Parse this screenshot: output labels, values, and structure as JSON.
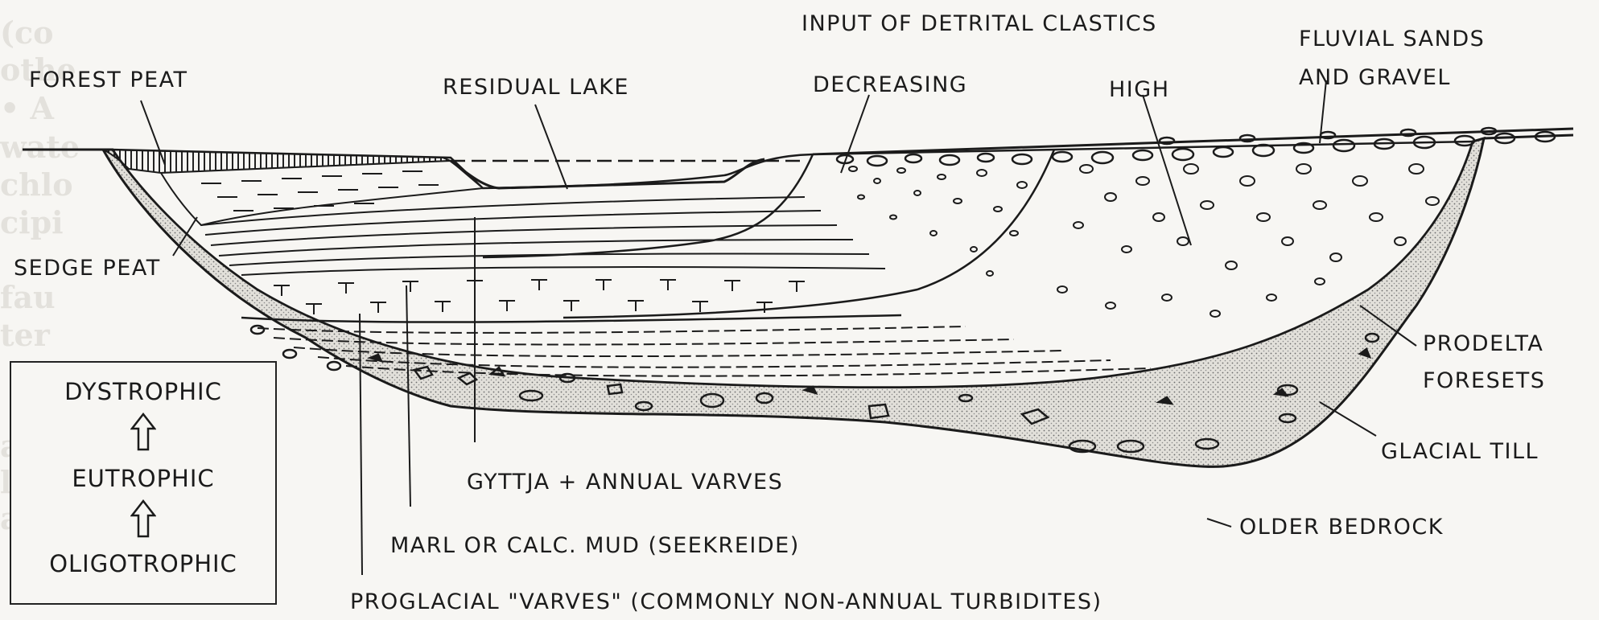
{
  "background_text": [
    "(co",
    "othe",
    "• A",
    "wate",
    "chlo",
    "cipi",
    "fau",
    "ter",
    "akem",
    "ago",
    "lake"
  ],
  "labels": {
    "input_of_detrital_clastics": "INPUT OF DETRITAL CLASTICS",
    "fluvial_sands_line1": "FLUVIAL SANDS",
    "fluvial_sands_line2": "AND GRAVEL",
    "forest_peat": "FOREST PEAT",
    "residual_lake": "RESIDUAL LAKE",
    "decreasing": "DECREASING",
    "high": "HIGH",
    "sedge_peat": "SEDGE PEAT",
    "prodelta_line1": "PRODELTA",
    "prodelta_line2": "FORESETS",
    "glacial_till": "GLACIAL TILL",
    "gyttja": "GYTTJA + ANNUAL VARVES",
    "older_bedrock": "OLDER BEDROCK",
    "marl": "MARL OR CALC. MUD (SEEKREIDE)",
    "proglacial": "PROGLACIAL \"VARVES\" (COMMONLY NON-ANNUAL TURBIDITES)"
  },
  "legend": {
    "items": [
      "DYSTROPHIC",
      "EUTROPHIC",
      "OLIGOTROPHIC"
    ],
    "arrow_icon": "hollow-up-arrow-icon"
  },
  "colors": {
    "ink": "#1b1b1b",
    "paper": "#f7f6f3",
    "till_fill": "#d9d6cf"
  }
}
